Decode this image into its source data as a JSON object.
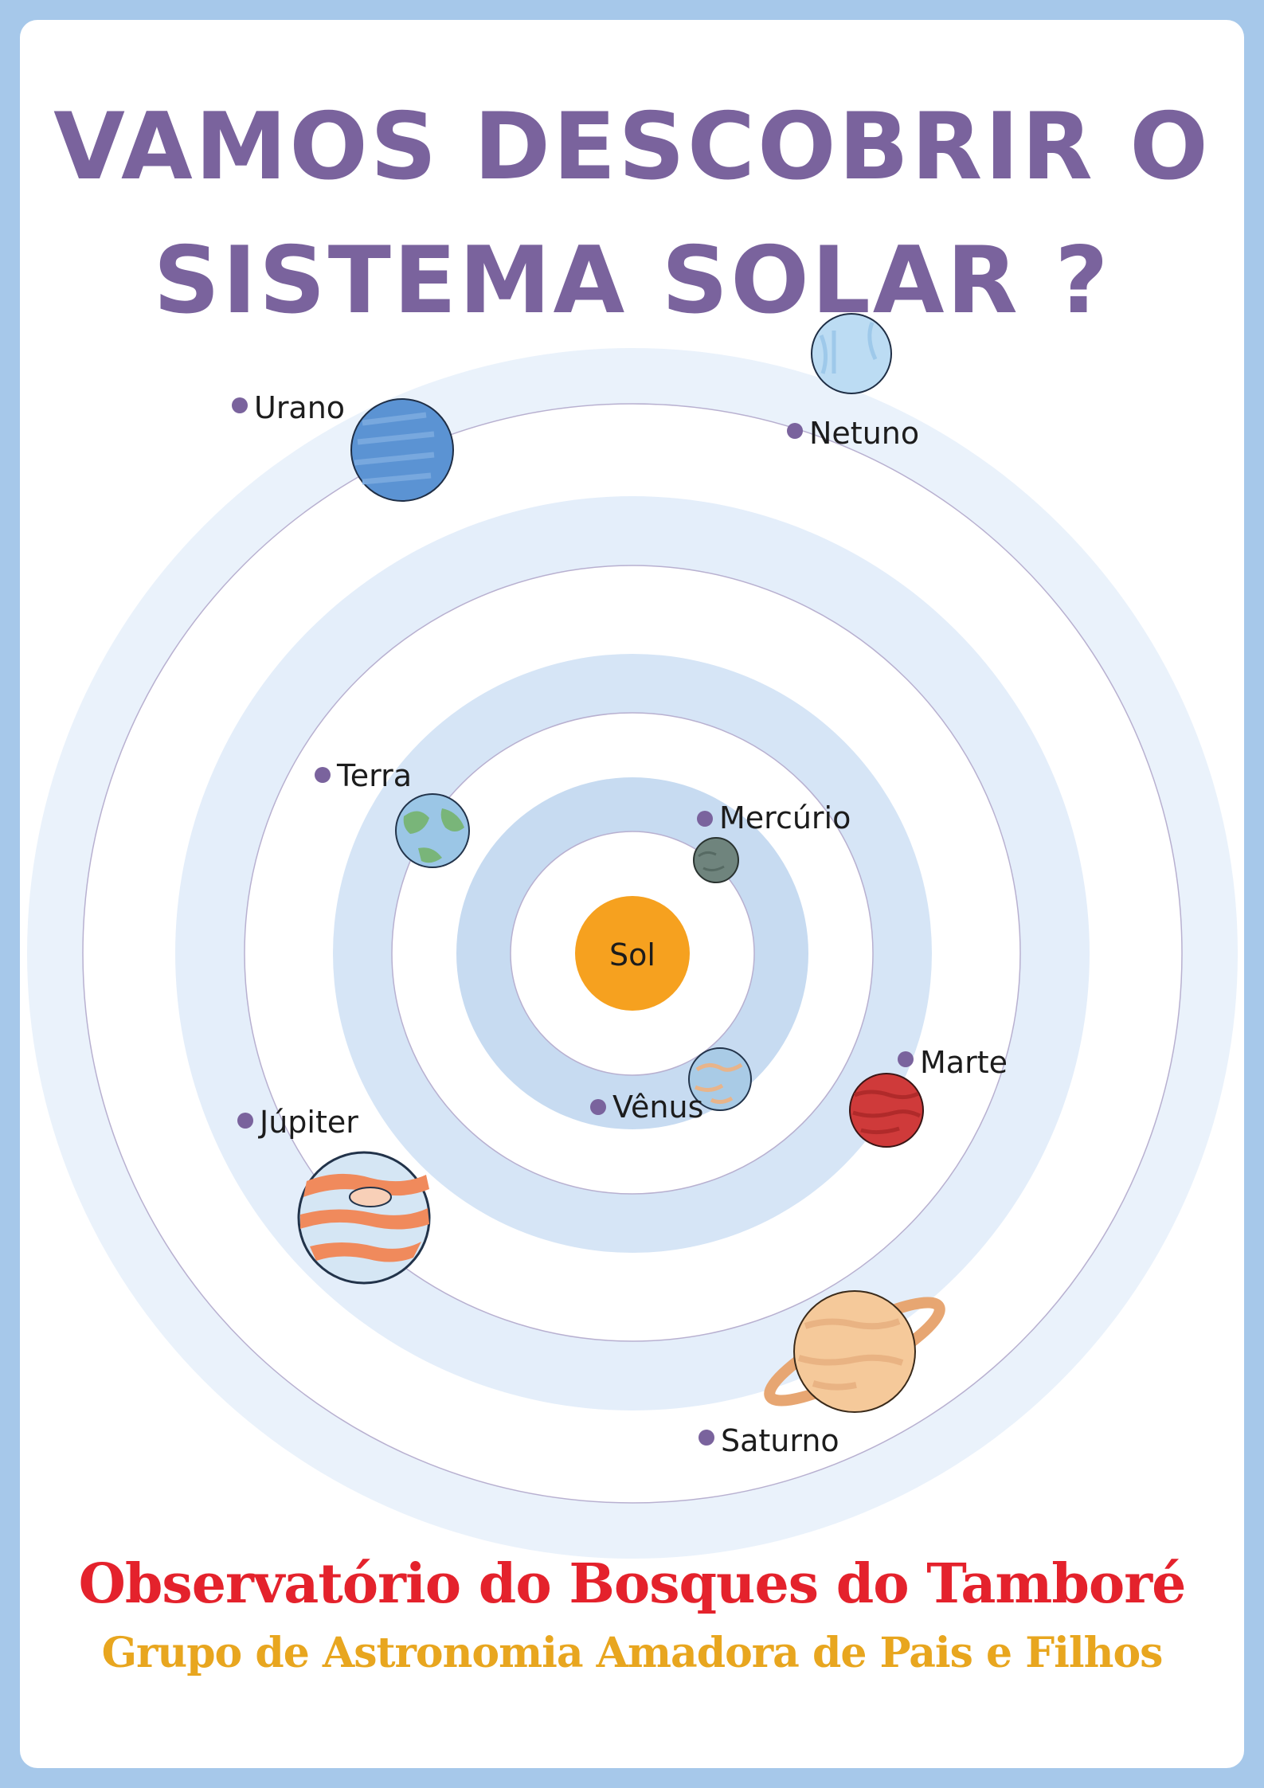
{
  "title": {
    "line1": "VAMOS DESCOBRIR O",
    "line2": "SISTEMA SOLAR ?"
  },
  "sun": {
    "label": "Sol",
    "color": "#f6a11f"
  },
  "planets": {
    "mercurio": {
      "label": "Mercúrio",
      "color": "#6f847d"
    },
    "venus": {
      "label": "Vênus",
      "color": "#a9cbe6"
    },
    "terra": {
      "label": "Terra",
      "color": "#9bc6e6"
    },
    "marte": {
      "label": "Marte",
      "color": "#cf3a3a"
    },
    "jupiter": {
      "label": "Júpiter",
      "color": "#f08a5c"
    },
    "saturno": {
      "label": "Saturno",
      "color": "#f5c99a"
    },
    "urano": {
      "label": "Urano",
      "color": "#5b93d3"
    },
    "netuno": {
      "label": "Netuno",
      "color": "#bcdcf3"
    }
  },
  "footer": {
    "organization": "Observatório do Bosques do Tamboré",
    "group": "Grupo de Astronomia Amadora de Pais e Filhos"
  },
  "colors": {
    "background": "#a6c8ea",
    "card": "#ffffff",
    "title": "#7a639d",
    "footer_title": "#e4222c",
    "footer_subtitle": "#e8a61f",
    "label_dot": "#7a639d"
  }
}
